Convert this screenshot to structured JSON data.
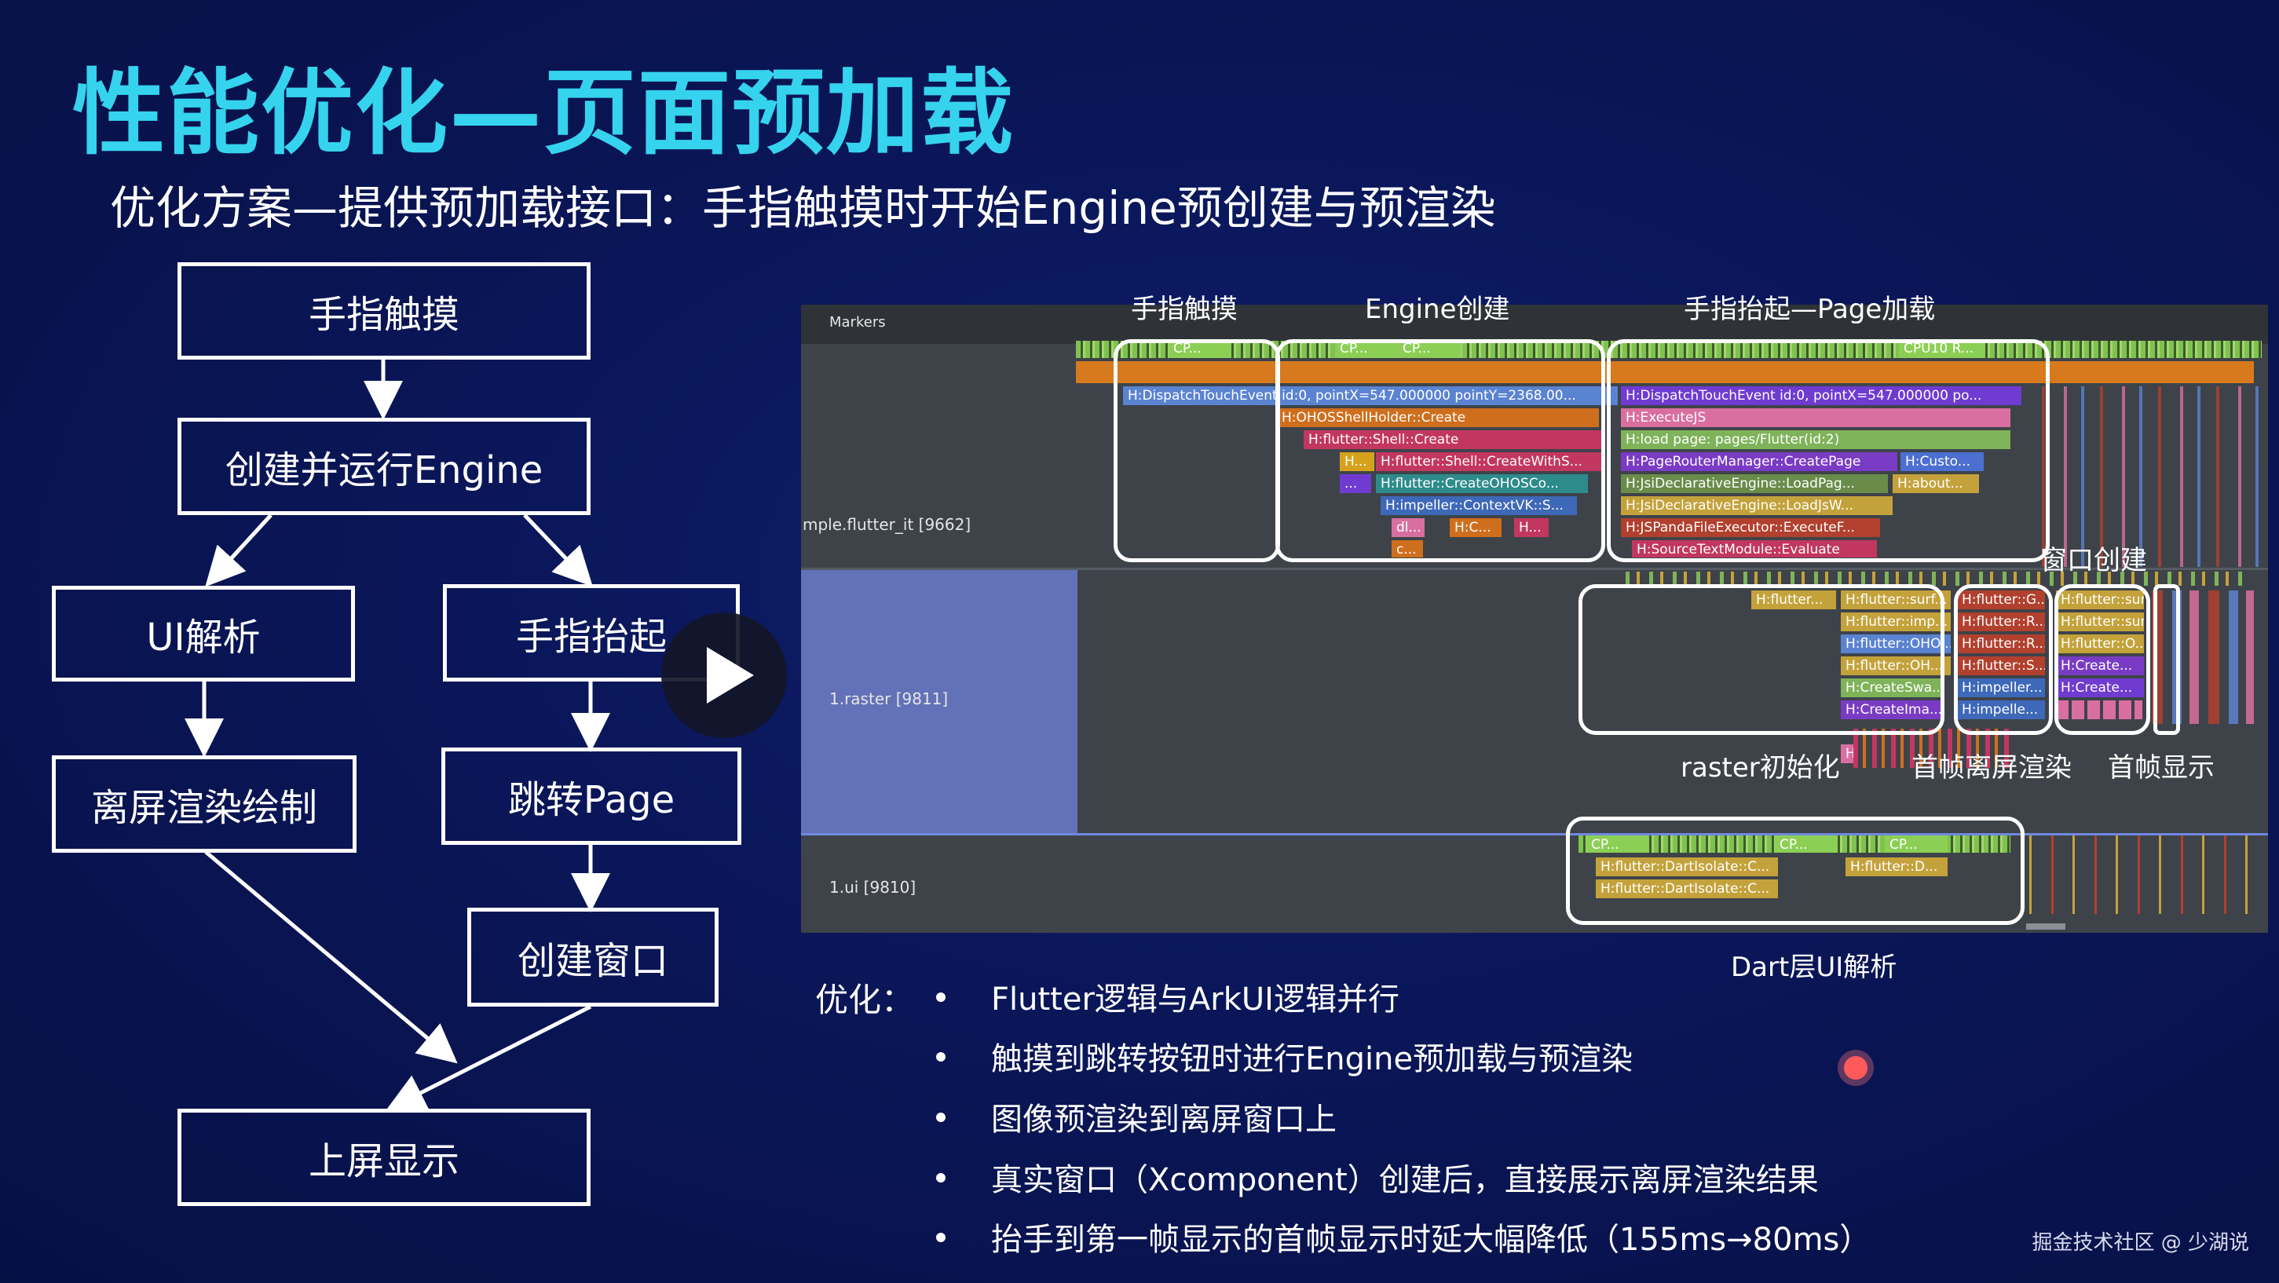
{
  "title": "性能优化—页面预加载",
  "subtitle": "优化方案—提供预加载接口：手指触摸时开始Engine预创建与预渲染",
  "flowchart": {
    "finger_touch": "手指触摸",
    "create_engine": "创建并运行Engine",
    "ui_parse": "UI解析",
    "finger_lift": "手指抬起",
    "offscreen_render": "离屏渲染绘制",
    "jump_page": "跳转Page",
    "create_window": "创建窗口",
    "show_screen": "上屏显示"
  },
  "trace": {
    "markers_label": "Markers",
    "lanes": {
      "main": "mple.flutter_it [9662]",
      "raster": "1.raster [9811]",
      "ui": "1.ui [9810]"
    },
    "annotations": {
      "finger_touch": "手指触摸",
      "engine_create": "Engine创建",
      "lift_page_load": "手指抬起—Page加载",
      "window_create": "窗口创建",
      "raster_init": "raster初始化",
      "first_frame_offscreen": "首帧离屏渲染",
      "first_frame_show": "首帧显示",
      "dart_ui_parse": "Dart层UI解析"
    },
    "slices": {
      "cp1": "CP...",
      "cp2": "CP...",
      "cp3": "CP...",
      "cpu10": "CPU10 R...",
      "dispatch1": "H:DispatchTouchEvent id:0, pointX=547.000000 pointY=2368.00...",
      "ohos_shell": "H:OHOSShellHolder::Create",
      "flutter_shell": "H:flutter::Shell::Create",
      "h_small": "H...",
      "create_with": "H:flutter::Shell::CreateWithS...",
      "create_ohosco": "H:flutter::CreateOHOSCo...",
      "dots": "...",
      "impeller_ctx": "H:impeller::ContextVK::S...",
      "dl": "dl...",
      "hc": "H:C...",
      "h2": "H...",
      "c": "c...",
      "dispatch2": "H:DispatchTouchEvent id:0, pointX=547.000000 po...",
      "execute_js": "H:ExecuteJS",
      "load_page": "H:load page: pages/Flutter(id:2)",
      "page_router": "H:PageRouterManager::CreatePage",
      "custo": "H:Custo...",
      "jsi_load_pag": "H:JsiDeclarativeEngine::LoadPag...",
      "about": "H:about...",
      "jsi_load_js": "H:JsiDeclarativeEngine::LoadJsW...",
      "js_panda": "H:JSPandaFileExecutor::ExecuteF...",
      "source_text": "H:SourceTextModule::Evaluate",
      "r_flutter": "H:flutter...",
      "r_surf": "H:flutter::surf...",
      "r_imp": "H:flutter::imp...",
      "r_oho": "H:flutter::OHO...",
      "r_oh": "H:flutter::OH...",
      "r_createswa": "H:CreateSwa...",
      "r_createima": "H:CreateIma...",
      "r_alloc": "H:Allo...",
      "r_g": "H:flutter::G...",
      "r_r1": "H:flutter::R...",
      "r_r2": "H:flutter::R...",
      "r_s": "H:flutter::S...",
      "r_impeller1": "H:impeller...",
      "r_impeller2": "H:impelle...",
      "r_sur2": "H:flutter::sur...",
      "r_sur3": "H:flutter::sur...",
      "r_o": "H:flutter::O...",
      "r_create1": "H:Create...",
      "r_create2": "H:Create...",
      "u_dart1": "H:flutter::DartIsolate::C...",
      "u_dart2": "H:flutter::DartIsolate::C...",
      "u_d": "H:flutter::D..."
    }
  },
  "optimization": {
    "label": "优化：",
    "bullets": [
      "Flutter逻辑与ArkUI逻辑并行",
      "触摸到跳转按钮时进行Engine预加载与预渲染",
      "图像预渲染到离屏窗口上",
      "真实窗口（Xcomponent）创建后，直接展示离屏渲染结果",
      "抬手到第一帧显示的首帧显示时延大幅降低（155ms→80ms）"
    ]
  },
  "watermark": "掘金技术社区 @ 少湖说",
  "colors": {
    "title": "#35d3ee",
    "background": "#0a1658",
    "trace_bg": "#3e4349"
  }
}
